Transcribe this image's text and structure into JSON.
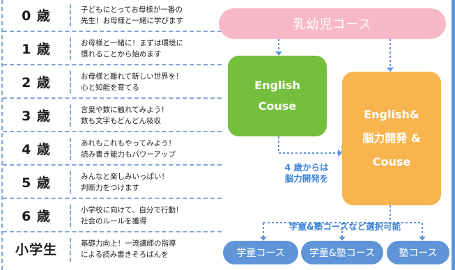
{
  "rows": [
    {
      "age": "0 歳",
      "line1": "子どもにとってお母様が一番の",
      "line2": "先生！お母様と一緒に学びます"
    },
    {
      "age": "1 歳",
      "line1": "お母様と一緒に！まずは環境に",
      "line2": "慣れることから始めます"
    },
    {
      "age": "2 歳",
      "line1": "お母様と離れて新しい世界を！",
      "line2": "心と知能を育てる"
    },
    {
      "age": "3 歳",
      "line1": "言葉や数に触れてみよう！",
      "line2": "数も文字もどんどん吸収"
    },
    {
      "age": "4 歳",
      "line1": "あれもこれもやってみよう！",
      "line2": "読み書き能力もパワーアップ"
    },
    {
      "age": "5 歳",
      "line1": "みんなと楽しみいっぱい！",
      "line2": "判断力をつけます"
    },
    {
      "age": "6 歳",
      "line1": "小学校に向けて、自分で行動！",
      "line2": "社会のルールを獲得"
    },
    {
      "age": "小学生",
      "line1": "基礎力向上！一流講師の指導",
      "line2": "による読み書きそろばんを"
    }
  ],
  "flow": {
    "top": "乳幼児コース",
    "english_line1": "English",
    "english_line2": "Couse",
    "combined_line1": "English&",
    "combined_line2": "脳力開発 &",
    "combined_line3": "Couse",
    "note_line1": "4 歳からは",
    "note_line2": "脳力開発を",
    "select_note": "学童&塾コースなど選択可能",
    "bottom": [
      "学童コース",
      "学童&塾コース",
      "塾コース"
    ]
  },
  "colors": {
    "dash": "#7fa8dc",
    "accent_blue": "#3f83d5",
    "pink": "#f7b9c9",
    "green": "#75bf3e",
    "orange": "#f7b44f",
    "pill_blue": "#5f95d8"
  }
}
